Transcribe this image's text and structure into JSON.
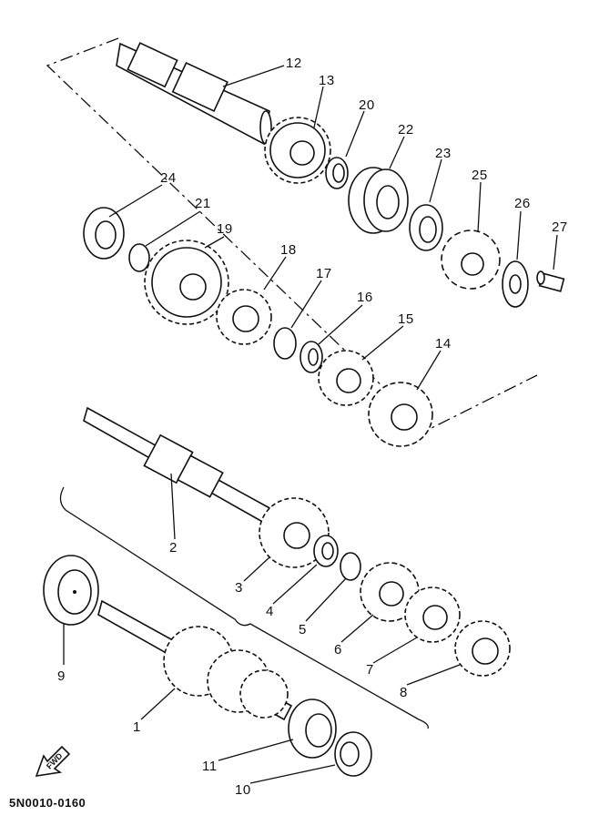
{
  "diagram": {
    "code": "5N0010-0160",
    "fwd_label": "FWD",
    "callouts": [
      "12",
      "13",
      "20",
      "22",
      "23",
      "25",
      "26",
      "27",
      "24",
      "21",
      "19",
      "18",
      "17",
      "16",
      "15",
      "14",
      "2",
      "3",
      "4",
      "5",
      "6",
      "7",
      "8",
      "9",
      "1",
      "11",
      "10"
    ]
  }
}
